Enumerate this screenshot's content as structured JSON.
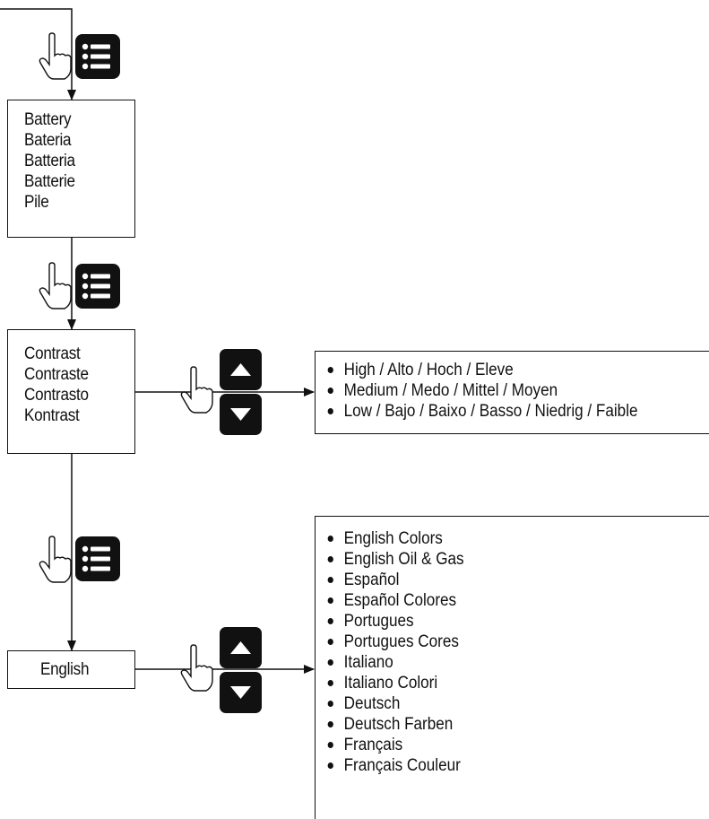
{
  "battery_box": {
    "lines": [
      "Battery",
      "Bateria",
      "Batteria",
      "Batterie",
      "Pile"
    ]
  },
  "contrast_box": {
    "lines": [
      "Contrast",
      "Contraste",
      "Contrasto",
      "Kontrast"
    ]
  },
  "contrast_options": [
    "High / Alto / Hoch / Eleve",
    "Medium / Medo / Mittel / Moyen",
    "Low / Bajo / Baixo / Basso / Niedrig / Faible"
  ],
  "language_box": {
    "label": "English"
  },
  "language_options": [
    "English Colors",
    "English Oil & Gas",
    "Español",
    "Español Colores",
    "Portugues",
    "Portugues Cores",
    "Italiano",
    "Italiano Colori",
    "Deutsch",
    "Deutsch Farben",
    "Français",
    "Français Couleur"
  ],
  "icons": {
    "menu": "menu-list-icon",
    "up": "up-arrow-icon",
    "down": "down-arrow-icon",
    "hand": "pointing-hand-icon"
  },
  "colors": {
    "ink": "#111111",
    "background": "#ffffff"
  }
}
